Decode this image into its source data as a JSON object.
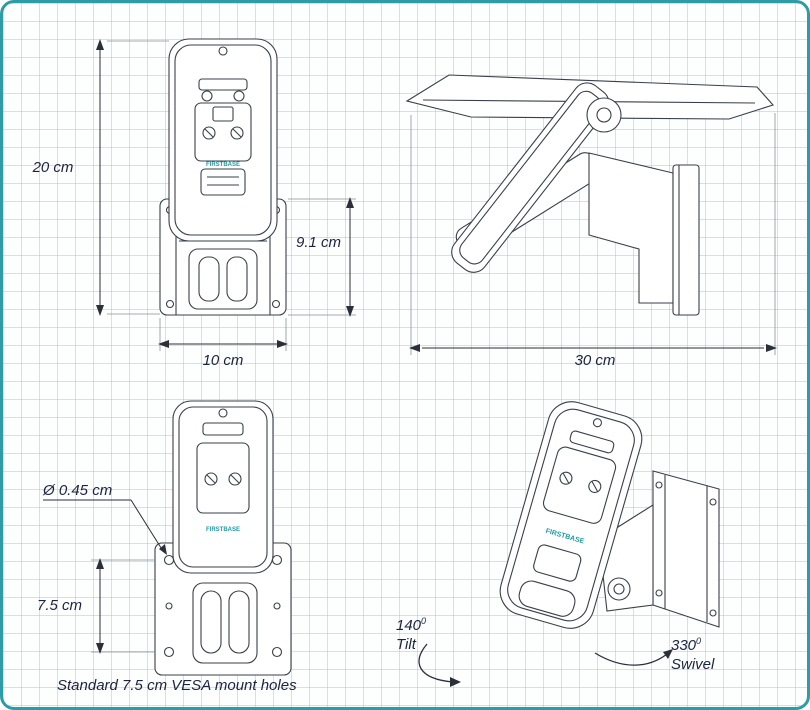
{
  "title": "Payment terminal VESA wall-mount technical drawing",
  "colors": {
    "frame": "#2e9ca6",
    "grid": "#cfe9f1",
    "line": "#3a3f4a",
    "dimension": "#2a2f3a",
    "label_text": "#1c2340",
    "brand_text": "#1f9ba4"
  },
  "brand": "FIRSTBASE",
  "dimensions": {
    "front_height": "20 cm",
    "front_plate_height": "9.1 cm",
    "front_width": "10 cm",
    "side_depth": "30 cm",
    "hole_diameter": "Ø 0.45 cm",
    "hole_spacing": "7.5 cm"
  },
  "caption": "Standard 7.5 cm VESA mount holes",
  "annotations": {
    "tilt": {
      "value": "140",
      "sup": "0",
      "label": "Tilt"
    },
    "swivel": {
      "value": "330",
      "sup": "0",
      "label": "Swivel"
    }
  }
}
